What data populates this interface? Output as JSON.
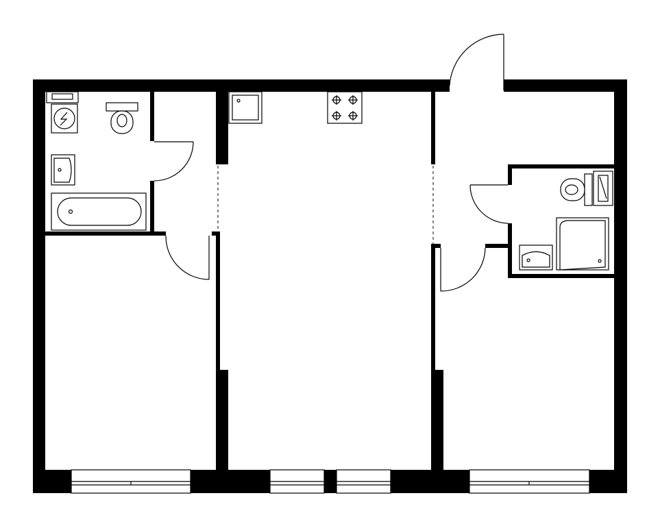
{
  "plan": {
    "colors": {
      "wall": "#000000",
      "background": "#ffffff",
      "line": "#000000"
    },
    "rooms": [
      {
        "id": "bathroom-left",
        "fixtures": [
          "washing-machine-icon",
          "sink-icon",
          "bathtub-icon",
          "toilet-icon",
          "cabinet-icon"
        ]
      },
      {
        "id": "bedroom-left",
        "fixtures": []
      },
      {
        "id": "kitchen-living",
        "fixtures": [
          "kitchen-sink-icon",
          "stove-icon"
        ]
      },
      {
        "id": "hallway-right",
        "fixtures": []
      },
      {
        "id": "bathroom-right",
        "fixtures": [
          "toilet-icon",
          "shower-icon",
          "sink-icon",
          "cabinet-icon"
        ]
      },
      {
        "id": "bedroom-right",
        "fixtures": []
      }
    ],
    "doors": 5,
    "windows": 4
  }
}
